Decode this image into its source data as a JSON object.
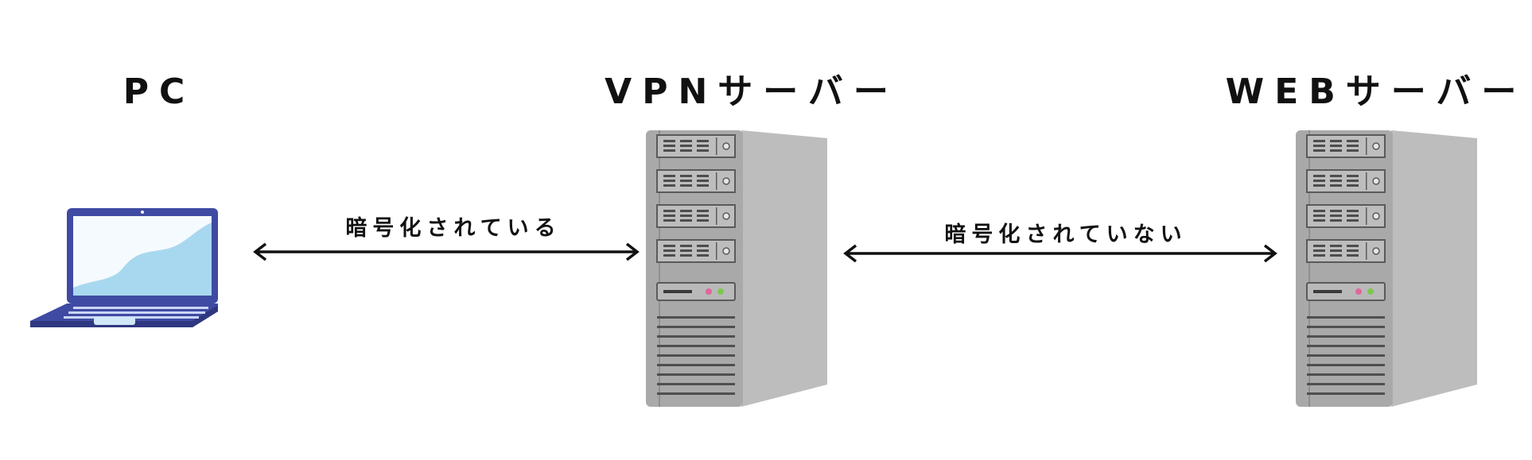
{
  "nodes": {
    "pc": {
      "title": "PC"
    },
    "vpn_server": {
      "title": "VPNサーバー"
    },
    "web_server": {
      "title": "WEBサーバー"
    }
  },
  "links": {
    "pc_to_vpn": {
      "label": "暗号化されている"
    },
    "vpn_to_web": {
      "label": "暗号化されていない"
    }
  },
  "colors": {
    "text": "#111111",
    "arrow": "#111111",
    "laptop_frame": "#3f4aa3",
    "laptop_screen": "#f4fafe",
    "laptop_wave": "#a8d8ef",
    "server_body": "#a9a9a9",
    "server_side": "#bdbdbd",
    "led_pink": "#e0689a",
    "led_green": "#7ec850"
  },
  "icons": {
    "pc": "laptop-icon",
    "vpn_server": "tower-server-icon",
    "web_server": "tower-server-icon"
  }
}
